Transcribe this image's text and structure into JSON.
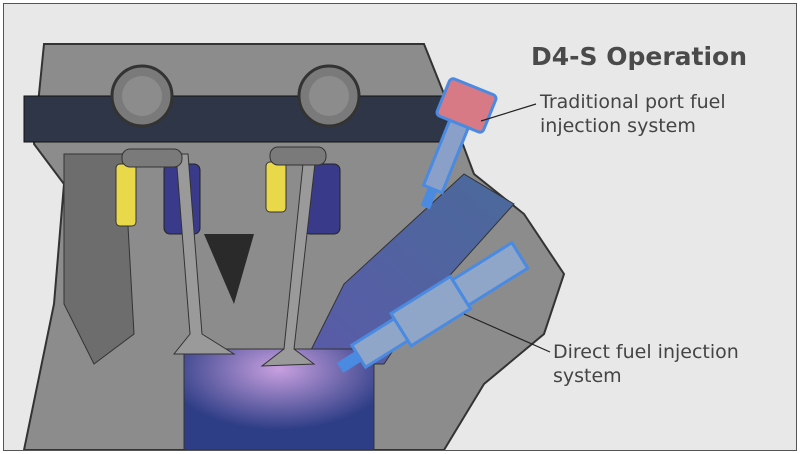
{
  "title": "D4-S Operation",
  "labels": {
    "port_line1": "Traditional port fuel",
    "port_line2": "injection system",
    "direct_line1": "Direct fuel injection",
    "direct_line2": "system"
  },
  "colors": {
    "background": "#e8e8e8",
    "head": "#8c8c8c",
    "camshaft": "#2f3647",
    "lifter": "#e8d84a",
    "spring": "#3a3a8a",
    "port_injector": "#d87a86",
    "injector_outline": "#4a8ae0",
    "combustion": "#3c4a90"
  }
}
